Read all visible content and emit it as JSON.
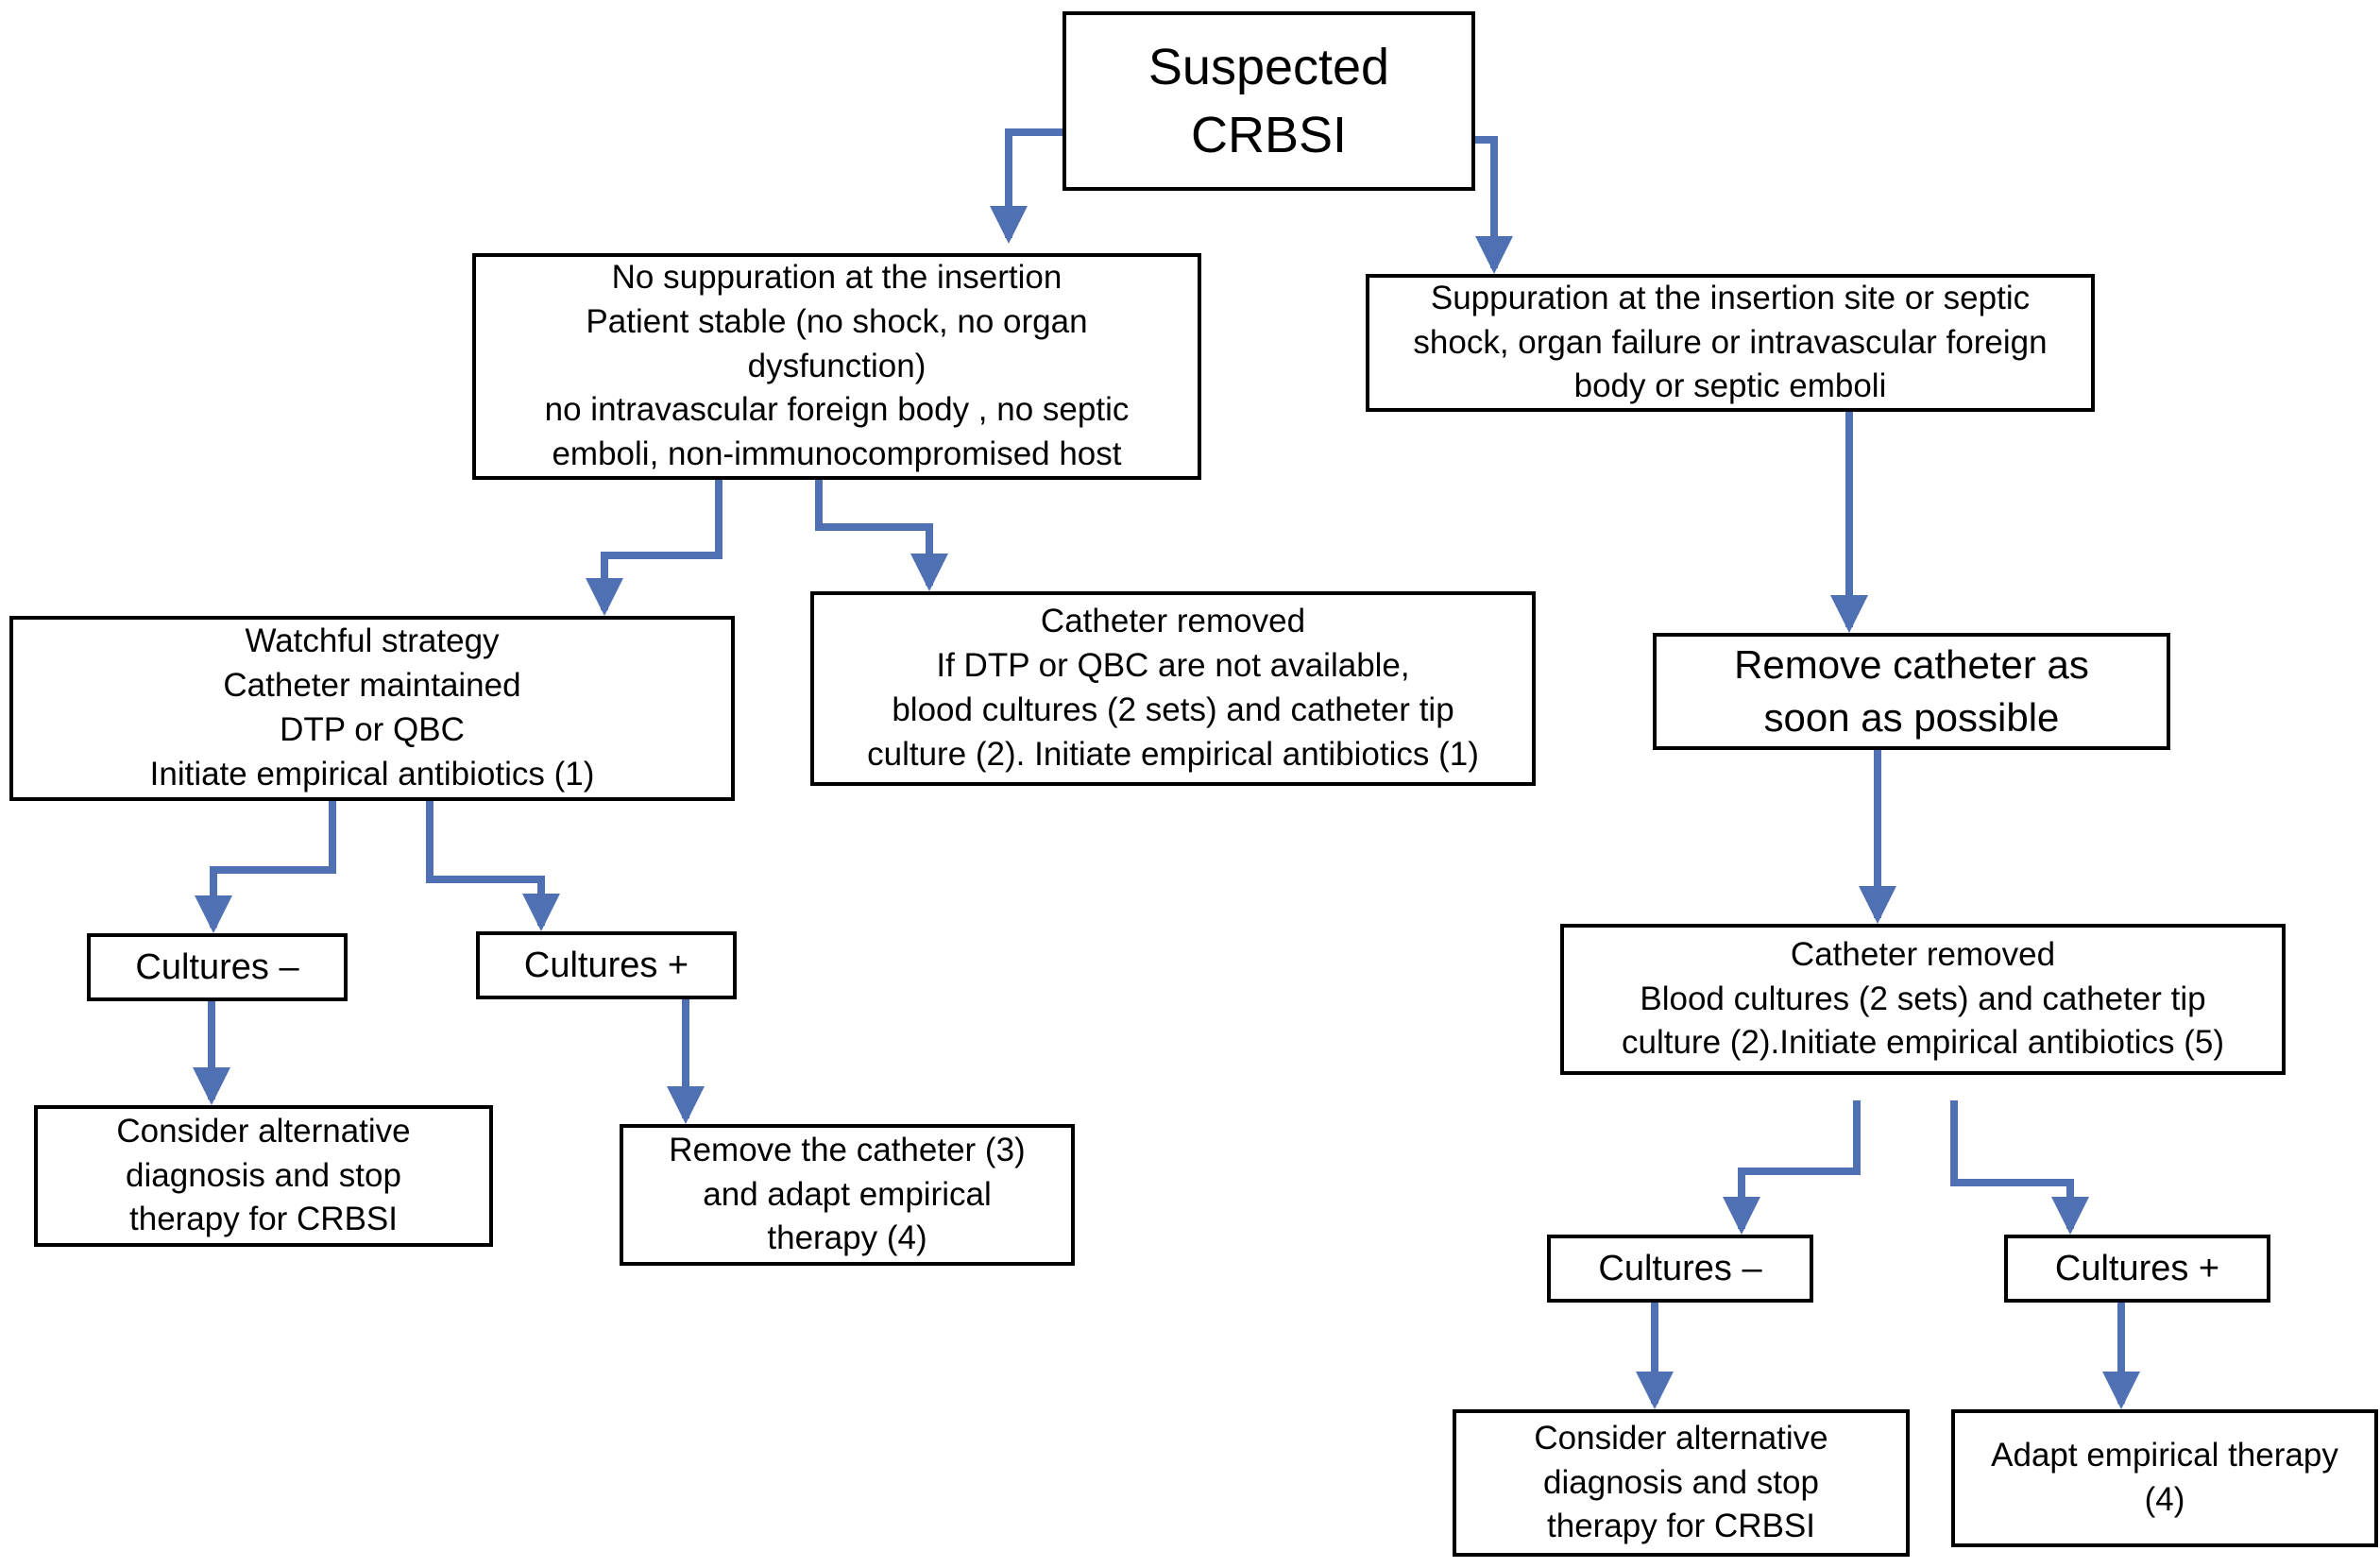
{
  "colors": {
    "arrow_blue": "#5070b4",
    "box_border": "#000000",
    "text": "#000000",
    "background": "#ffffff"
  },
  "nodes": {
    "suspected": {
      "text": "Suspected\nCRBSI"
    },
    "no_suppuration": {
      "text": "No suppuration at the insertion\nPatient stable (no shock, no organ\ndysfunction)\nno intravascular foreign body , no septic\nemboli, non-immunocompromised host"
    },
    "suppuration": {
      "text": "Suppuration at the insertion site or septic\nshock, organ failure or intravascular foreign\nbody or septic emboli"
    },
    "watchful_strategy": {
      "text": "Watchful strategy\nCatheter maintained\nDTP or QBC\nInitiate empirical antibiotics (1)"
    },
    "catheter_removed_mid": {
      "text": "Catheter removed\nIf DTP or QBC are not available,\nblood cultures (2 sets) and catheter tip\nculture (2). Initiate empirical antibiotics (1)"
    },
    "remove_catheter_asap": {
      "text": "Remove catheter as\nsoon as possible"
    },
    "cultures_negative_left": {
      "text": "Cultures –"
    },
    "cultures_positive_left": {
      "text": "Cultures +"
    },
    "consider_alternative_left": {
      "text": "Consider alternative\ndiagnosis and stop\ntherapy for CRBSI"
    },
    "remove_catheter_3": {
      "text": "Remove the catheter (3)\nand adapt empirical\ntherapy (4)"
    },
    "catheter_removed_right": {
      "text": "Catheter removed\nBlood cultures (2 sets) and catheter tip\nculture (2).Initiate empirical antibiotics (5)"
    },
    "cultures_negative_right": {
      "text": "Cultures –"
    },
    "cultures_positive_right": {
      "text": "Cultures +"
    },
    "consider_alternative_right": {
      "text": "Consider alternative\ndiagnosis and stop\ntherapy for CRBSI"
    },
    "adapt_empirical_right": {
      "text": "Adapt empirical therapy\n(4)"
    }
  },
  "edges": [
    {
      "from": "suspected",
      "to": "no_suppuration"
    },
    {
      "from": "suspected",
      "to": "suppuration"
    },
    {
      "from": "no_suppuration",
      "to": "watchful_strategy"
    },
    {
      "from": "no_suppuration",
      "to": "catheter_removed_mid"
    },
    {
      "from": "watchful_strategy",
      "to": "cultures_negative_left"
    },
    {
      "from": "watchful_strategy",
      "to": "cultures_positive_left"
    },
    {
      "from": "cultures_negative_left",
      "to": "consider_alternative_left"
    },
    {
      "from": "cultures_positive_left",
      "to": "remove_catheter_3"
    },
    {
      "from": "suppuration",
      "to": "remove_catheter_asap"
    },
    {
      "from": "remove_catheter_asap",
      "to": "catheter_removed_right"
    },
    {
      "from": "catheter_removed_right",
      "to": "cultures_negative_right"
    },
    {
      "from": "catheter_removed_right",
      "to": "cultures_positive_right"
    },
    {
      "from": "cultures_negative_right",
      "to": "consider_alternative_right"
    },
    {
      "from": "cultures_positive_right",
      "to": "adapt_empirical_right"
    }
  ]
}
